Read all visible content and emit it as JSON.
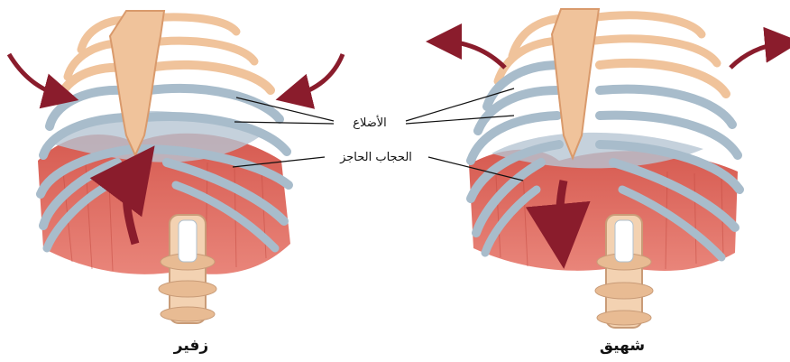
{
  "labels": {
    "ribs": "الأضلاع",
    "diaphragm": "الحجاب الحاجز",
    "exhale": "زفير",
    "inhale": "شهيق"
  },
  "colors": {
    "bone": "#f0c39b",
    "bone_dark": "#d99a6c",
    "cartilage": "#a8bccb",
    "cartilage_dark": "#7f97aa",
    "muscle": "#e2685c",
    "muscle_dark": "#c44a40",
    "arrow": "#8a1c2c"
  }
}
